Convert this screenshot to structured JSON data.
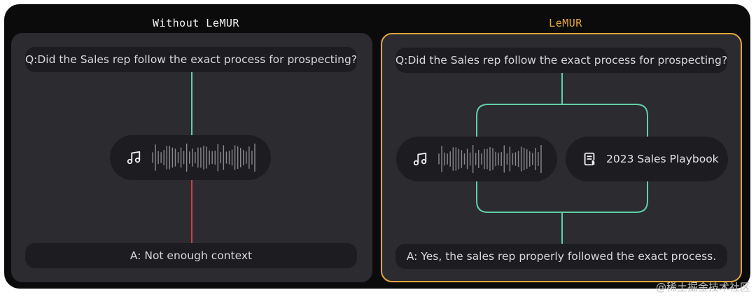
{
  "titles": {
    "left": "Without LeMUR",
    "right": "LeMUR"
  },
  "left_panel": {
    "question": "Q:Did the Sales rep follow the exact process for prospecting?",
    "audio_icon": "music-note-icon",
    "answer": "A: Not enough context"
  },
  "right_panel": {
    "question": "Q:Did the Sales rep follow the exact process for prospecting?",
    "audio_icon": "music-note-icon",
    "document_icon": "document-icon",
    "document_label": "2023 Sales Playbook",
    "answer": "A: Yes, the sales rep properly followed the exact process."
  },
  "watermark": "@稀土掘金技术社区",
  "colors": {
    "accent": "#e3a63b",
    "connector_ok": "#5fcfa7",
    "connector_fail": "#d23c4a"
  }
}
